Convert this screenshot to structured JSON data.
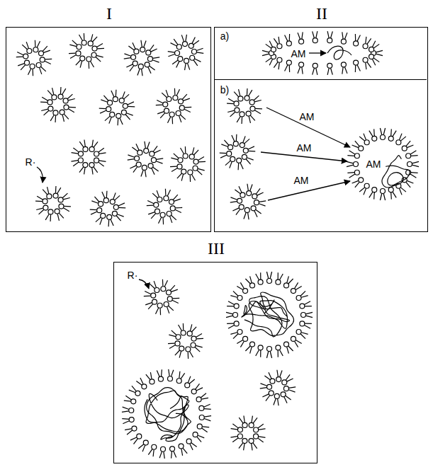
{
  "diagram": {
    "nodes": [
      {
        "text": [
          "I",
          "R·"
        ]
      },
      {
        "text": [
          "II"
        ]
      },
      {
        "text": [
          "a)",
          "AM"
        ],
        "in": 1
      },
      {
        "text": [
          "b)",
          "AM",
          "AM",
          "AM",
          "AM"
        ],
        "in": 1
      },
      {
        "text": [
          "III",
          "R·"
        ]
      }
    ]
  }
}
